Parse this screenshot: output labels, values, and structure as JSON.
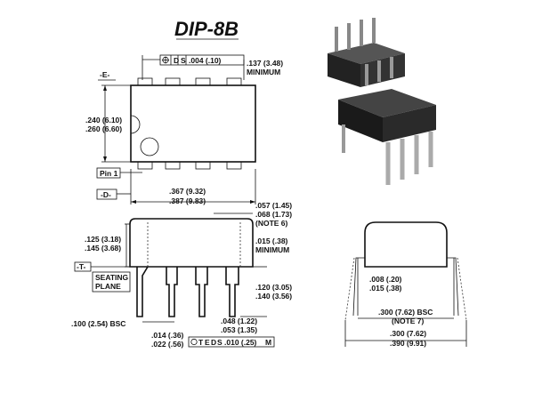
{
  "title": "DIP-8B",
  "top_view": {
    "label_e": "-E-",
    "tol_top": ".004 (.10)",
    "tol_top_sym_d": "D",
    "tol_top_sym_s": "S",
    "min_137": ".137 (3.48)",
    "min_137_word": "MINIMUM",
    "width_240": ".240 (6.10)",
    "width_260": ".260 (6.60)",
    "pin1": "Pin 1",
    "label_d": "-D-",
    "len_367": ".367 (9.32)",
    "len_387": ".387 (9.83)"
  },
  "side_view": {
    "d057": ".057 (1.45)",
    "d068": ".068 (1.73)",
    "note6": "(NOTE 6)",
    "d125": ".125 (3.18)",
    "d145": ".145 (3.68)",
    "d015": ".015 (.38)",
    "d015_word": "MINIMUM",
    "label_t": "-T-",
    "seating1": "SEATING",
    "seating2": "PLANE",
    "d120": ".120 (3.05)",
    "d140": ".140 (3.56)",
    "bsc100": ".100 (2.54) BSC",
    "d048": ".048 (1.22)",
    "d053": ".053 (1.35)",
    "d014": ".014 (.36)",
    "d022": ".022 (.56)",
    "tol_bottom": ".010 (.25)",
    "tol_sym_t": "T",
    "tol_sym_e": "E",
    "tol_sym_d": "D",
    "tol_sym_s": "S",
    "tol_sym_m": "M"
  },
  "end_view": {
    "d008": ".008 (.20)",
    "d015b": ".015 (.38)",
    "bsc300": ".300 (7.62) BSC",
    "note7": "(NOTE 7)",
    "d300": ".300 (7.62)",
    "d390": ".390 (9.91)"
  }
}
